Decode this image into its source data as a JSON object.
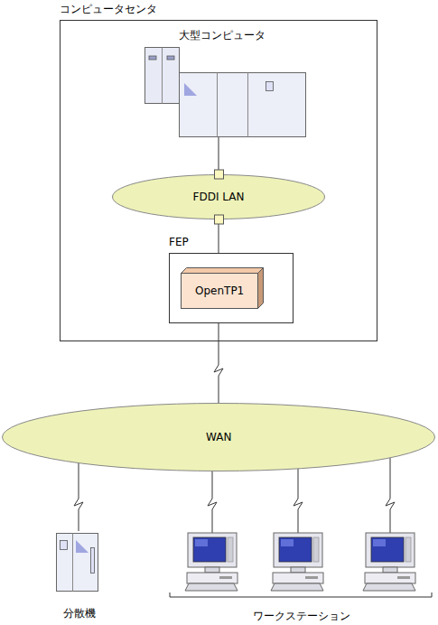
{
  "diagram": {
    "nodes": [
      {
        "text": [
          "コンピュータセンタ"
        ]
      },
      {
        "text": [
          "大型コンピュータ"
        ],
        "in": 0
      },
      {
        "text": [
          "FDDI LAN"
        ],
        "in": 0
      },
      {
        "text": [
          "FEP"
        ],
        "in": 0
      },
      {
        "text": [
          "OpenTP1"
        ],
        "in": 3
      },
      {
        "text": [
          "WAN"
        ]
      },
      {
        "text": [
          "分散機"
        ]
      }
    ],
    "edges": [
      {
        "from": 1,
        "to": 2,
        "arrow": "none"
      },
      {
        "from": 2,
        "to": 3,
        "arrow": "none"
      },
      {
        "from": 3,
        "to": 5,
        "arrow": "none"
      },
      {
        "from": 5,
        "to": 6,
        "arrow": "none"
      }
    ],
    "labels": [
      "ワークステーション"
    ]
  }
}
